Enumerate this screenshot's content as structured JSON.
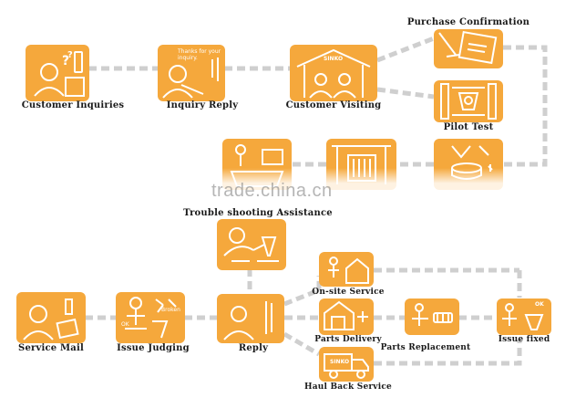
{
  "colors": {
    "box": "#f5a83c",
    "connector": "#cfcfcf",
    "label": "#1a1a1a",
    "watermark": "#8a8a8a"
  },
  "watermark": "trade.china.cn",
  "nodes": {
    "customer_inquiries": {
      "label": "Customer Inquiries",
      "icon": "person-question-phone-icon"
    },
    "inquiry_reply": {
      "label": "Inquiry Reply",
      "icon": "person-letter-icon",
      "inner_text": "Thanks for your inquiry."
    },
    "customer_visiting": {
      "label": "Customer Visiting",
      "icon": "factory-visit-icon",
      "inner_text": "SINKO"
    },
    "purchase_confirmation": {
      "label": "Purchase Confirmation",
      "icon": "contract-pen-icon"
    },
    "pilot_test": {
      "label": "Pilot Test",
      "icon": "machine-test-icon"
    },
    "shipping": {
      "icon": "packing-goods-icon"
    },
    "installation": {
      "icon": "machine-installation-icon"
    },
    "factory_operation": {
      "icon": "factory-operation-icon"
    },
    "trouble_shooting": {
      "label": "Trouble shooting Assistance",
      "icon": "person-machine-help-icon"
    },
    "service_mail": {
      "label": "Service Mail",
      "icon": "person-mail-icon"
    },
    "issue_judging": {
      "label": "Issue Judging",
      "icon": "person-broken-part-icon",
      "inner_text_ok": "OK",
      "inner_text_broken": "Broken"
    },
    "reply": {
      "label": "Reply",
      "icon": "person-reply-icon"
    },
    "onsite_service": {
      "label": "On-site Service",
      "icon": "person-house-icon"
    },
    "parts_delivery": {
      "label": "Parts Delivery",
      "icon": "delivery-house-icon"
    },
    "haul_back_service": {
      "label": "Haul Back Service",
      "icon": "truck-icon",
      "inner_text": "SINKO"
    },
    "parts_replacement": {
      "label": "Parts Replacement",
      "icon": "person-parts-icon"
    },
    "issue_fixed": {
      "label": "Issue fixed",
      "icon": "person-ok-machine-icon",
      "inner_text": "OK"
    }
  }
}
